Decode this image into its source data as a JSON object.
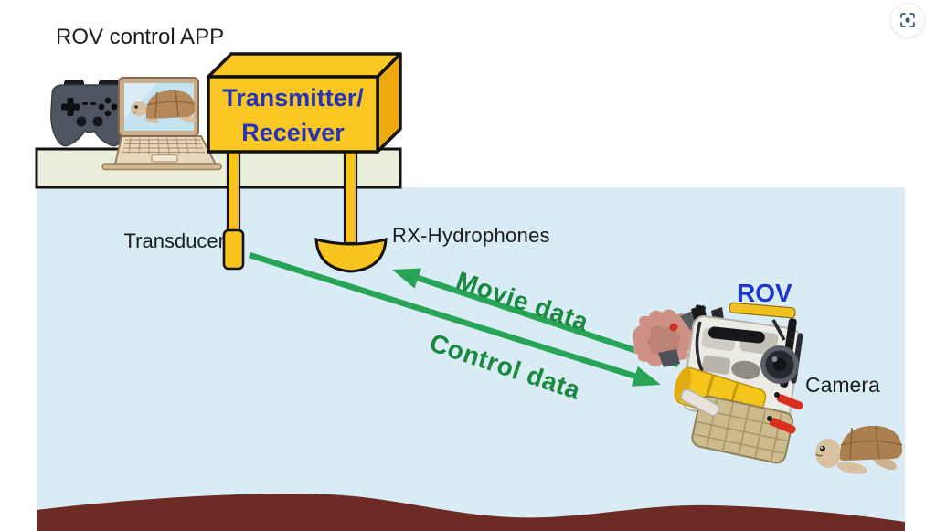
{
  "header": {
    "app_label": "ROV control APP"
  },
  "overlay": {
    "scan_icon": "viewfinder-corners-with-dot"
  },
  "diagram": {
    "transmitter_box": {
      "line1": "Transmitter/",
      "line2": "Receiver"
    },
    "labels": {
      "transducer": "Transducer",
      "rx_hydrophones": "RX-Hydrophones",
      "movie_data": "Movie data",
      "control_data": "Control data",
      "rov": "ROV",
      "camera": "Camera"
    },
    "colors": {
      "water": "#d9ecf5",
      "deck": "#e9efda",
      "seafloor": "#6d2b25",
      "device_yellow": "#f9c41d",
      "box_yellow": "#fdc723",
      "box_side_yellow": "#edaa0e",
      "arrow_green": "#27a455",
      "data_label_green": "#188a3d",
      "device_label_blue": "#2434b4",
      "rov_label_blue": "#1c36c9",
      "text_dark": "#1d1d1d"
    }
  }
}
